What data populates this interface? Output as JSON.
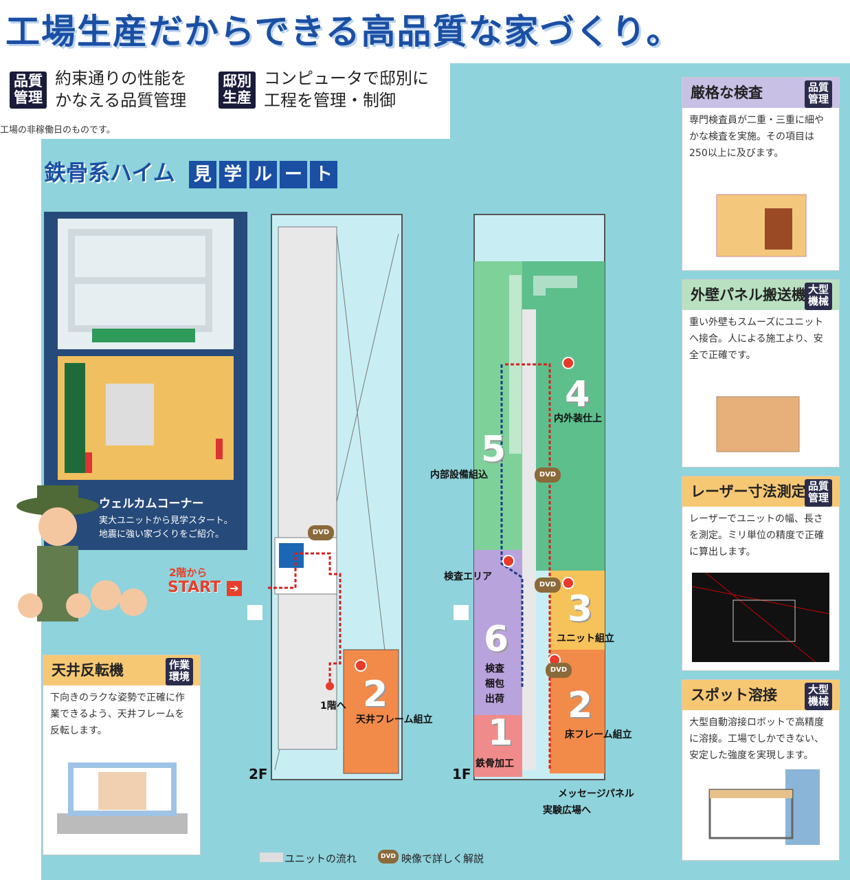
{
  "title": "工場生産だからできる高品質な家づくり。",
  "features": [
    {
      "tag": "品質\n管理",
      "text1": "約束通りの性能を",
      "text2": "かなえる品質管理"
    },
    {
      "tag": "邸別\n生産",
      "text1": "コンピュータで邸別に",
      "text2": "工程を管理・制御"
    }
  ],
  "note": "工場の非稼働日のものです。",
  "route": {
    "title": "鉄骨系ハイム",
    "boxes": [
      "見",
      "学",
      "ル",
      "ー",
      "ト"
    ]
  },
  "welcome": {
    "title": "ウェルカムコーナー",
    "line1": "実大ユニットから見学スタート。",
    "line2": "地震に強い家づくりをご紹介。"
  },
  "start": {
    "from": "2階から",
    "label": "START"
  },
  "floors": {
    "f2": "2F",
    "f1": "1F"
  },
  "stations": {
    "s1": {
      "num": "1",
      "label": "鉄骨加工"
    },
    "s2a": {
      "num": "2",
      "label": "天井フレーム組立"
    },
    "s2b": {
      "num": "2",
      "label": "床フレーム組立"
    },
    "s3": {
      "num": "3",
      "label": "ユニット組立"
    },
    "s4": {
      "num": "4",
      "label": "内外装仕上"
    },
    "s5": {
      "num": "5",
      "label": "内部設備組込"
    },
    "s6": {
      "num": "6",
      "label1": "検査",
      "label2": "梱包",
      "label3": "出荷"
    },
    "inspect": "検査エリア",
    "to1f": "1階へ",
    "message": "メッセージパネル",
    "jikken": "実験広場へ"
  },
  "dvd": "DVD",
  "legend": {
    "flow": "ユニットの流れ",
    "video": "映像で詳しく解説"
  },
  "cards": [
    {
      "head": "厳格な検査",
      "tag": "品質\n管理",
      "body": "専門検査員が二重・三重に細やかな検査を実施。その項目は250以上に及びます。",
      "color": "#c9c0e6"
    },
    {
      "head": "外壁パネル搬送機",
      "tag": "大型\n機械",
      "body": "重い外壁もスムーズにユニットへ接合。人による施工より、安全で正確です。",
      "color": "#b9e1c1"
    },
    {
      "head": "レーザー寸法測定",
      "tag": "品質\n管理",
      "body": "レーザーでユニットの幅、長さを測定。ミリ単位の精度で正確に算出します。",
      "color": "#f6c873"
    },
    {
      "head": "スポット溶接",
      "tag": "大型\n機械",
      "body": "大型自動溶接ロボットで高精度に溶接。工場でしかできない、安定した強度を実現します。",
      "color": "#f6c873"
    },
    {
      "head": "天井反転機",
      "tag": "作業\n環境",
      "body": "下向きのラクな姿勢で正確に作業できるよう、天井フレームを反転します。",
      "color": "#f6c873"
    }
  ]
}
